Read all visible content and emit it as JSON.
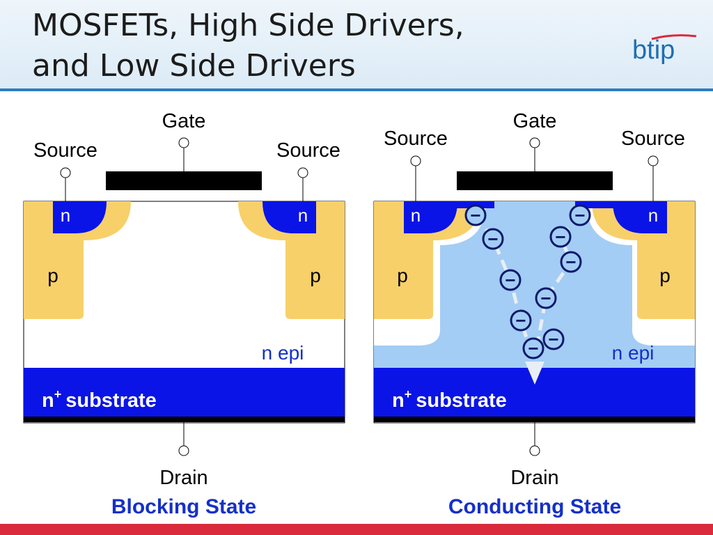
{
  "slide": {
    "title_line1": "MOSFETs, High Side Drivers,",
    "title_line2": "and Low Side Drivers",
    "logo_text": "btip"
  },
  "colors": {
    "header_rule": "#2a7fc0",
    "bottom_bar": "#d92b3c",
    "n_region": "#0a14e6",
    "p_region": "#f7d06a",
    "substrate": "#0a14e6",
    "channel": "#a3cdf4",
    "state_label": "#1530c8",
    "logo": "#1f6fb2"
  },
  "diagram": {
    "left": {
      "gate_label": "Gate",
      "source_left_label": "Source",
      "source_right_label": "Source",
      "drain_label": "Drain",
      "n_left": "n",
      "n_right": "n",
      "p_left": "p",
      "p_right": "p",
      "n_epi": "n epi",
      "substrate_base": "n",
      "substrate_sup": "+",
      "substrate_word": "substrate",
      "state": "Blocking State"
    },
    "right": {
      "gate_label": "Gate",
      "source_left_label": "Source",
      "source_right_label": "Source",
      "drain_label": "Drain",
      "n_left": "n",
      "n_right": "n",
      "p_left": "p",
      "p_right": "p",
      "n_epi": "n epi",
      "substrate_base": "n",
      "substrate_sup": "+",
      "substrate_word": "substrate",
      "state": "Conducting State",
      "electron_symbol": "−",
      "electron_count": 10
    }
  }
}
